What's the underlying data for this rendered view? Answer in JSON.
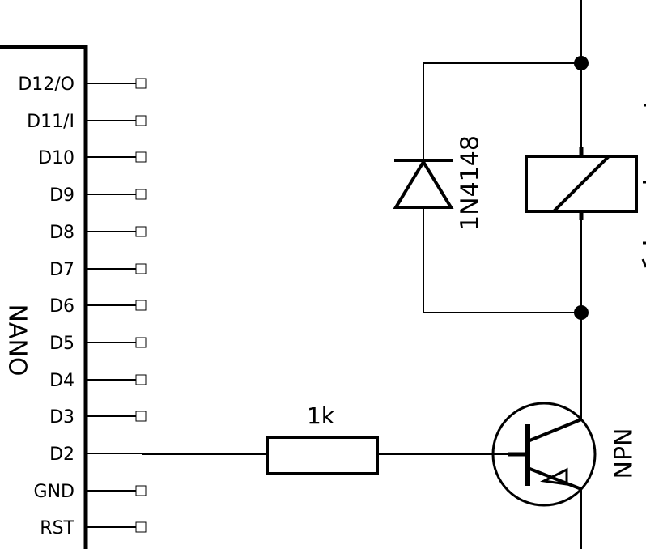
{
  "schematic": {
    "nano": {
      "name": "NANO",
      "pins": [
        "D12/O",
        "D11/I",
        "D10",
        "D9",
        "D8",
        "D7",
        "D6",
        "D5",
        "D4",
        "D3",
        "D2",
        "GND",
        "RST"
      ]
    },
    "resistor": {
      "value": "1k"
    },
    "diode": {
      "part": "1N4148"
    },
    "transistor": {
      "type": "NPN"
    }
  }
}
